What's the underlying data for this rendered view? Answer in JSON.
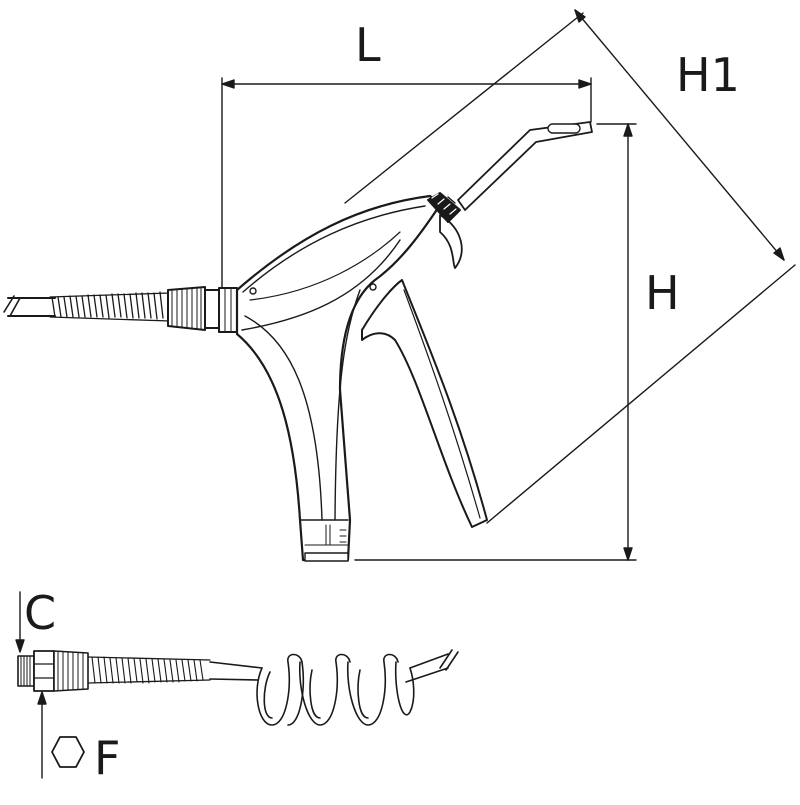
{
  "dimensions": {
    "L": "L",
    "H1": "H1",
    "H": "H",
    "C": "C",
    "F": "F"
  },
  "icons": {
    "hex": "hexagon-icon"
  },
  "colors": {
    "line": "#1a1a1a",
    "fill": "#ffffff"
  }
}
